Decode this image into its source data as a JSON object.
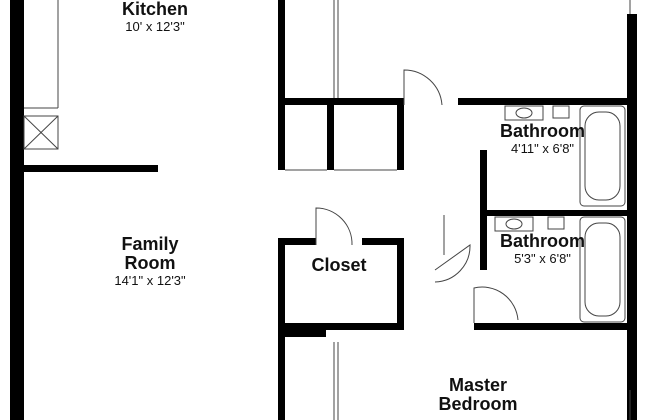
{
  "rooms": {
    "kitchen": {
      "name": "Kitchen",
      "dimensions": "10' x 12'3\""
    },
    "family_room": {
      "name_line1": "Family",
      "name_line2": "Room",
      "dimensions": "14'1\" x 12'3\""
    },
    "closet": {
      "name": "Closet"
    },
    "bathroom_1": {
      "name": "Bathroom",
      "dimensions": "4'11\" x 6'8\""
    },
    "bathroom_2": {
      "name": "Bathroom",
      "dimensions": "5'3\" x 6'8\""
    },
    "master_bedroom": {
      "name_line1": "Master",
      "name_line2": "Bedroom"
    }
  },
  "colors": {
    "wall": "#000000",
    "fixture_line": "#444444",
    "background": "#ffffff"
  }
}
